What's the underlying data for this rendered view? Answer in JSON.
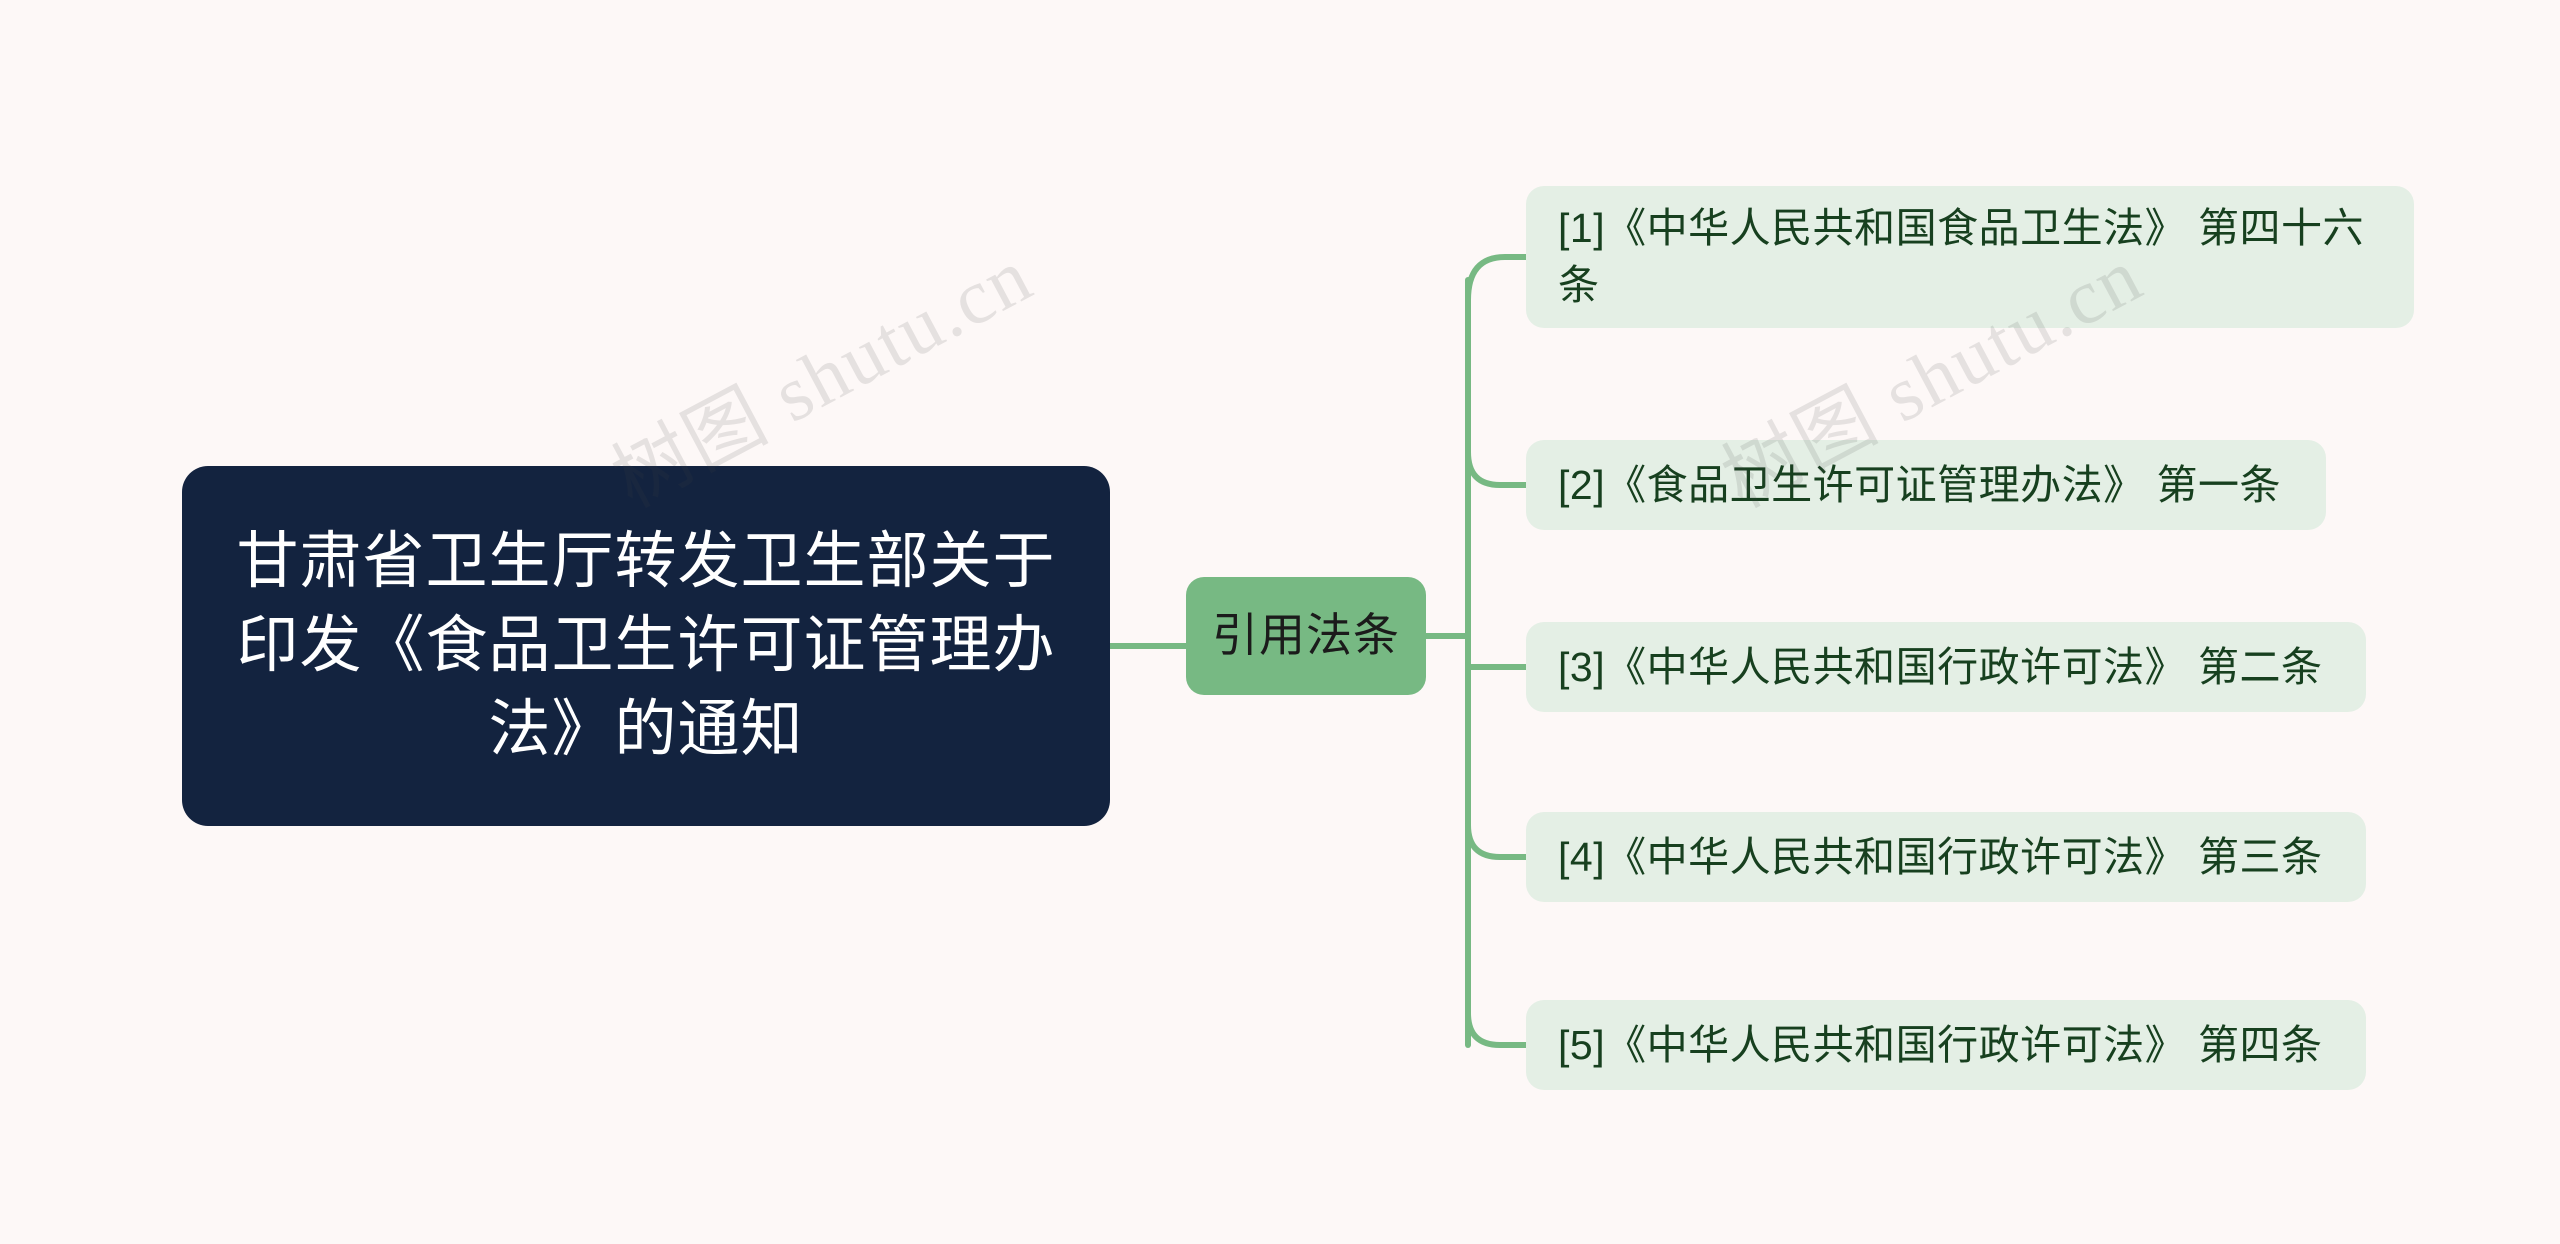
{
  "page": {
    "background_color": "#fdf8f7",
    "watermark_text": "树图 shutu.cn"
  },
  "mindmap": {
    "root": {
      "label": "甘肃省卫生厅转发卫生部关于印发《食品卫生许可证管理办法》的通知",
      "background_color": "#13233f",
      "text_color": "#ffffff"
    },
    "branch": {
      "label": "引用法条",
      "background_color": "#77b983",
      "text_color": "#1b1b1b"
    },
    "leaves": [
      {
        "label": "[1]《中华人民共和国食品卫生法》 第四十六条"
      },
      {
        "label": "[2]《食品卫生许可证管理办法》 第一条"
      },
      {
        "label": "[3]《中华人民共和国行政许可法》 第二条"
      },
      {
        "label": "[4]《中华人民共和国行政许可法》 第三条"
      },
      {
        "label": "[5]《中华人民共和国行政许可法》 第四条"
      }
    ],
    "connector_color": "#77b983"
  }
}
